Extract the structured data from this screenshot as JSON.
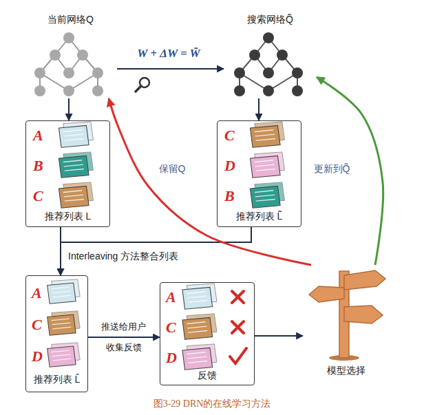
{
  "diagram": {
    "caption": "图3-29 DRN的在线学习方法",
    "nodes": [
      {
        "text": [
          "当前网络Q"
        ]
      },
      {
        "text": [
          "搜索网络Q̃"
        ]
      },
      {
        "text": [
          "A",
          "B",
          "C",
          "推荐列表 L"
        ]
      },
      {
        "text": [
          "C",
          "D",
          "B",
          "推荐列表 L̃"
        ]
      },
      {
        "text": [
          "A",
          "C",
          "D",
          "推荐列表 L̂"
        ]
      },
      {
        "text": [
          "A",
          "C",
          "D",
          "反馈"
        ]
      },
      {
        "text": [
          "模型选择"
        ]
      }
    ],
    "edges": [
      {
        "from": 0,
        "to": 1,
        "arrow": "to",
        "label": "W + ΔW = W̃"
      },
      {
        "from": 0,
        "to": 2,
        "arrow": "to"
      },
      {
        "from": 1,
        "to": 3,
        "arrow": "to"
      },
      {
        "from": 2,
        "to": 4,
        "arrow": "to",
        "label": "Interleaving 方法整合列表"
      },
      {
        "from": 3,
        "to": 4,
        "arrow": "to"
      },
      {
        "from": 4,
        "to": 5,
        "arrow": "to",
        "label": "推送给用户 收集反馈"
      },
      {
        "from": 5,
        "to": 6,
        "arrow": "to"
      },
      {
        "from": 6,
        "to": 0,
        "arrow": "to",
        "label": "保留Q"
      },
      {
        "from": 6,
        "to": 1,
        "arrow": "to",
        "label": "更新到Q̃"
      }
    ]
  }
}
